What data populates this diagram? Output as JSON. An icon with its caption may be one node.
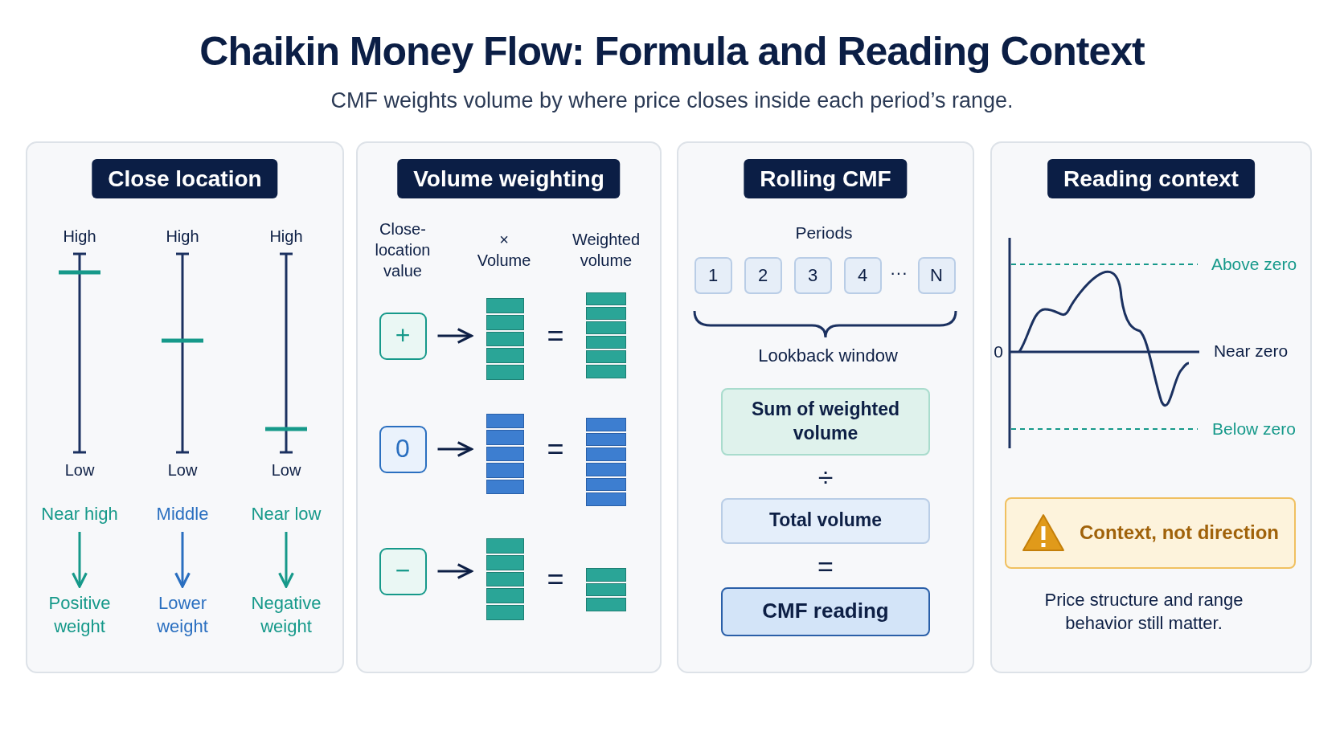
{
  "diagram": {
    "title": "Chaikin Money Flow: Formula and Reading Context",
    "caption": "CMF weights volume by where price closes inside each period’s range.",
    "nodes": [
      {
        "text": [
          "Close location"
        ]
      },
      {
        "text": [
          "Near high"
        ],
        "in": 0
      },
      {
        "text": [
          "Positive weight"
        ],
        "in": 0
      },
      {
        "text": [
          "Middle"
        ],
        "in": 0
      },
      {
        "text": [
          "Lower weight"
        ],
        "in": 0
      },
      {
        "text": [
          "Near low"
        ],
        "in": 0
      },
      {
        "text": [
          "Negative weight"
        ],
        "in": 0
      },
      {
        "text": [
          "Volume weighting"
        ]
      },
      {
        "text": [
          "+"
        ],
        "in": 7
      },
      {
        "text": [],
        "shape": "bar",
        "in": 7
      },
      {
        "text": [],
        "shape": "bar",
        "in": 7
      },
      {
        "text": [
          "0"
        ],
        "in": 7
      },
      {
        "text": [],
        "shape": "bar",
        "in": 7
      },
      {
        "text": [],
        "shape": "bar",
        "in": 7
      },
      {
        "text": [
          "−"
        ],
        "in": 7
      },
      {
        "text": [],
        "shape": "bar",
        "in": 7
      },
      {
        "text": [],
        "shape": "bar",
        "in": 7
      },
      {
        "text": [
          "Rolling CMF"
        ]
      },
      {
        "text": [
          "1"
        ],
        "in": 17
      },
      {
        "text": [
          "2"
        ],
        "in": 17
      },
      {
        "text": [
          "3"
        ],
        "in": 17
      },
      {
        "text": [
          "4"
        ],
        "in": 17
      },
      {
        "text": [
          "N"
        ],
        "in": 17
      },
      {
        "text": [
          "Sum of weighted volume"
        ],
        "in": 17
      },
      {
        "text": [
          "Total volume"
        ],
        "in": 17
      },
      {
        "text": [
          "CMF reading"
        ],
        "in": 17
      },
      {
        "text": [
          "Reading context"
        ]
      },
      {
        "text": [
          "Context, not direction"
        ],
        "in": 26
      }
    ],
    "edges": [
      {
        "from": 1,
        "to": 2,
        "arrow": "to",
        "color": "#16998a"
      },
      {
        "from": 3,
        "to": 4,
        "arrow": "to",
        "color": "#2a6fc0"
      },
      {
        "from": 5,
        "to": 6,
        "arrow": "to",
        "color": "#16998a"
      },
      {
        "from": 8,
        "to": 9,
        "arrow": "to"
      },
      {
        "from": 11,
        "to": 12,
        "arrow": "to"
      },
      {
        "from": 14,
        "to": 15,
        "arrow": "to"
      }
    ],
    "labels": [
      "High",
      "High",
      "High",
      "Low",
      "Low",
      "Low",
      "Close-location value",
      "× Volume",
      "Weighted volume",
      "=",
      "=",
      "=",
      "Periods",
      "···",
      "Lookback window",
      "÷",
      "=",
      "0",
      "Above zero",
      "Near zero",
      "Below zero",
      "Price structure and range behavior still matter."
    ]
  }
}
